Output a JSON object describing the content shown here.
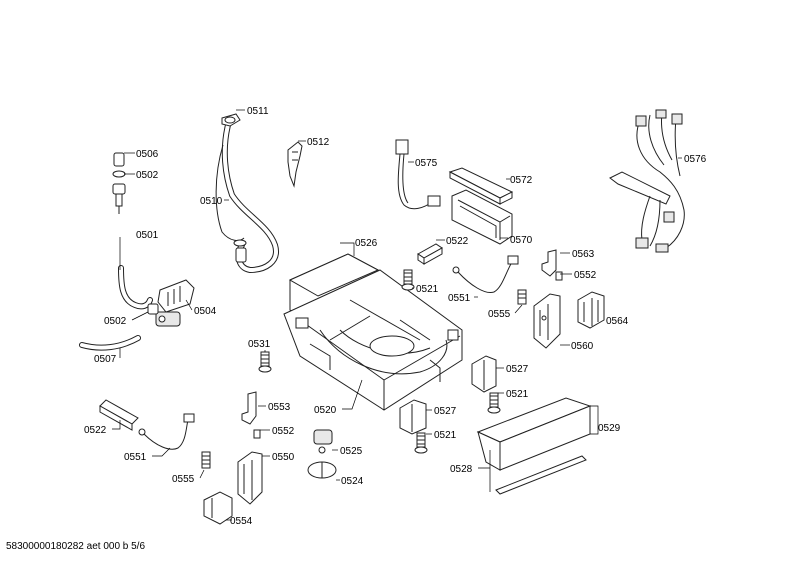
{
  "document_id": "58300000180282 aet 000 b 5/6",
  "part_labels": {
    "p0511": "0511",
    "p0512": "0512",
    "p0506": "0506",
    "p0502a": "0502",
    "p0510": "0510",
    "p0501": "0501",
    "p0502b": "0502",
    "p0504": "0504",
    "p0507": "0507",
    "p0575": "0575",
    "p0572": "0572",
    "p0570": "0570",
    "p0576": "0576",
    "p0526": "0526",
    "p0522a": "0522",
    "p0521a": "0521",
    "p0551a": "0551",
    "p0555a": "0555",
    "p0563": "0563",
    "p0552a": "0552",
    "p0564": "0564",
    "p0560": "0560",
    "p0531": "0531",
    "p0520": "0520",
    "p0527a": "0527",
    "p0521b": "0521",
    "p0527b": "0527",
    "p0529": "0529",
    "p0521c": "0521",
    "p0528": "0528",
    "p0522b": "0522",
    "p0553": "0553",
    "p0552b": "0552",
    "p0551b": "0551",
    "p0550": "0550",
    "p0525": "0525",
    "p0555b": "0555",
    "p0524": "0524",
    "p0554": "0554"
  }
}
